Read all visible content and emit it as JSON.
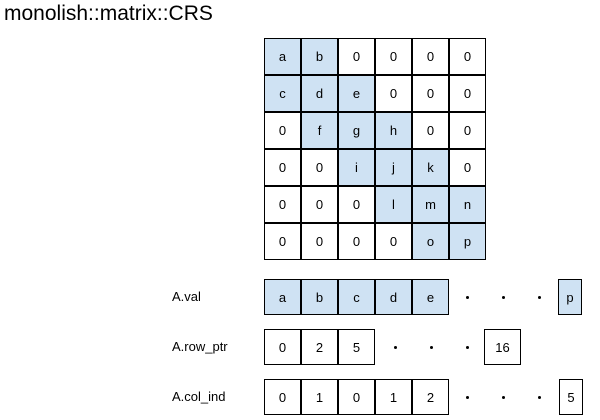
{
  "title": "monolish::matrix::CRS",
  "colors": {
    "nonzero_fill": "#cfe2f3",
    "zero_fill": "#ffffff",
    "border": "#000000"
  },
  "matrix": [
    [
      "a",
      "b",
      "0",
      "0",
      "0",
      "0"
    ],
    [
      "c",
      "d",
      "e",
      "0",
      "0",
      "0"
    ],
    [
      "0",
      "f",
      "g",
      "h",
      "0",
      "0"
    ],
    [
      "0",
      "0",
      "i",
      "j",
      "k",
      "0"
    ],
    [
      "0",
      "0",
      "0",
      "l",
      "m",
      "n"
    ],
    [
      "0",
      "0",
      "0",
      "0",
      "o",
      "p"
    ]
  ],
  "arrays": [
    {
      "label": "A.val",
      "values": [
        "a",
        "b",
        "c",
        "d",
        "e"
      ],
      "last": "p",
      "highlight": true
    },
    {
      "label": "A.row_ptr",
      "values": [
        "0",
        "2",
        "5"
      ],
      "last": "16",
      "highlight": false
    },
    {
      "label": "A.col_ind",
      "values": [
        "0",
        "1",
        "0",
        "1",
        "2"
      ],
      "last": "5",
      "highlight": false
    }
  ]
}
